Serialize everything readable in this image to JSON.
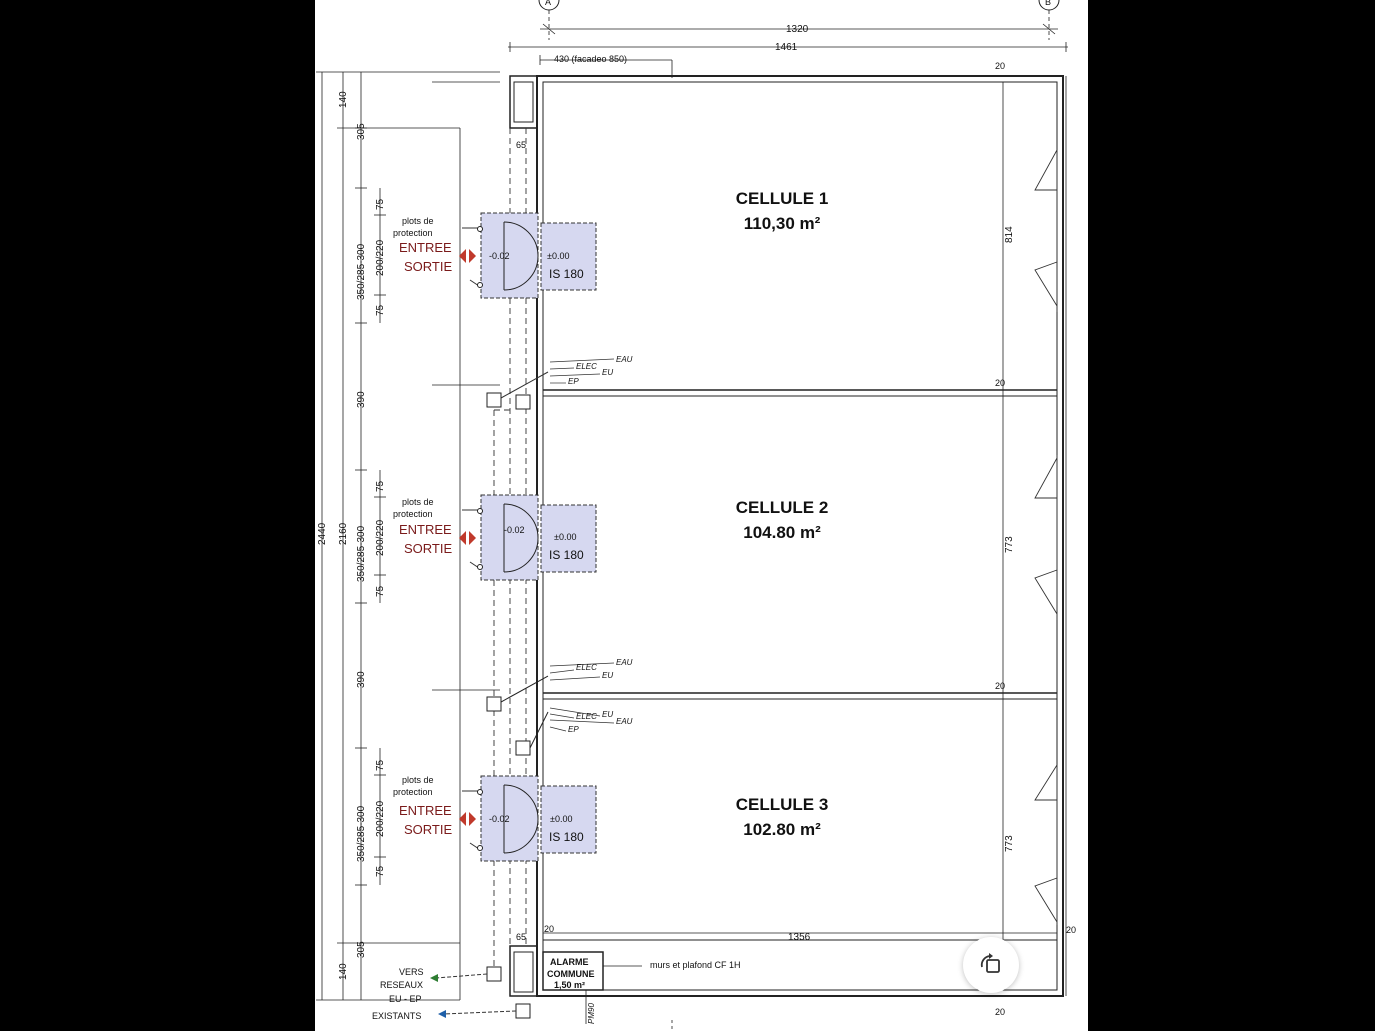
{
  "plan": {
    "axes": {
      "a": "A",
      "b": "B"
    },
    "dims": {
      "top_overall": "1320",
      "top_inner": "1461",
      "facade": "430 (facadeo 850)",
      "left_total": "2440",
      "left_sub": "2160",
      "d140": "140",
      "d305": "305",
      "d75": "75",
      "d350": "350/285-300",
      "d200": "200/220",
      "d390": "390",
      "d65": "65",
      "d20": "20",
      "d814": "814",
      "d773": "773",
      "d1356": "1356"
    },
    "cells": [
      {
        "name": "CELLULE 1",
        "area": "110,30 m²"
      },
      {
        "name": "CELLULE 2",
        "area": "104.80 m²"
      },
      {
        "name": "CELLULE 3",
        "area": "102.80 m²"
      }
    ],
    "entrance": {
      "plots_line1": "plots de",
      "plots_line2": "protection",
      "entree": "ENTREE",
      "sortie": "SORTIE",
      "level_out": "-0.02",
      "level_in": "±0.00",
      "door": "IS 180"
    },
    "networks": {
      "eau": "EAU",
      "elec": "ELEC",
      "eu": "EU",
      "ep": "EP"
    },
    "alarm": {
      "line1": "ALARME",
      "line2": "COMMUNE",
      "area": "1,50 m²",
      "pm": "PM90"
    },
    "walls_note": "murs et plafond CF 1H",
    "vers": {
      "l1": "VERS",
      "l2": "RESEAUX",
      "l3": "EU - EP",
      "l4": "EXISTANTS"
    },
    "colors": {
      "highlight": "#d6d8f0",
      "arrow_red": "#c0392b",
      "arrow_green": "#2e7d32",
      "arrow_blue": "#1f5fa8"
    }
  }
}
